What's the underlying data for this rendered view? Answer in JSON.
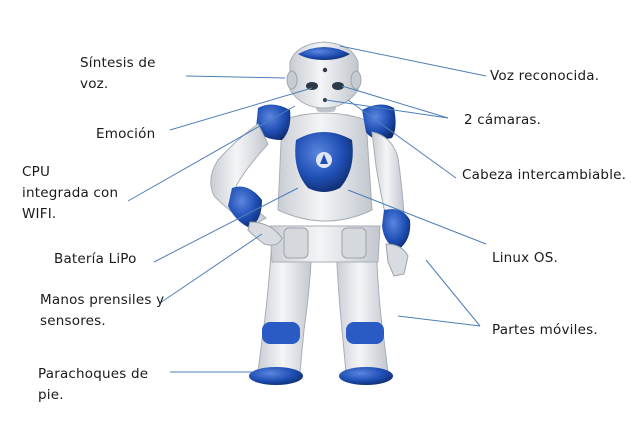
{
  "labels": {
    "speech_synthesis": "Síntesis de\nvoz.",
    "emotion": "Emoción",
    "cpu_wifi": "CPU\nintegrada con\nWIFI.",
    "battery": "Batería LiPo",
    "hands": "Manos prensiles y\nsensores.",
    "bumpers": "Parachoques de\npie.",
    "voice_recognition": "Voz reconocida.",
    "cameras": "2 cámaras.",
    "head": "Cabeza intercambiable.",
    "linux": "Linux OS.",
    "moving_parts": "Partes móviles."
  },
  "colors": {
    "robot_white": "#e9ebee",
    "robot_shade": "#bfc4cb",
    "robot_blue": "#1f4fb4",
    "robot_blue_dark": "#0f2c6e",
    "leader_line": "#4d7fb8"
  }
}
